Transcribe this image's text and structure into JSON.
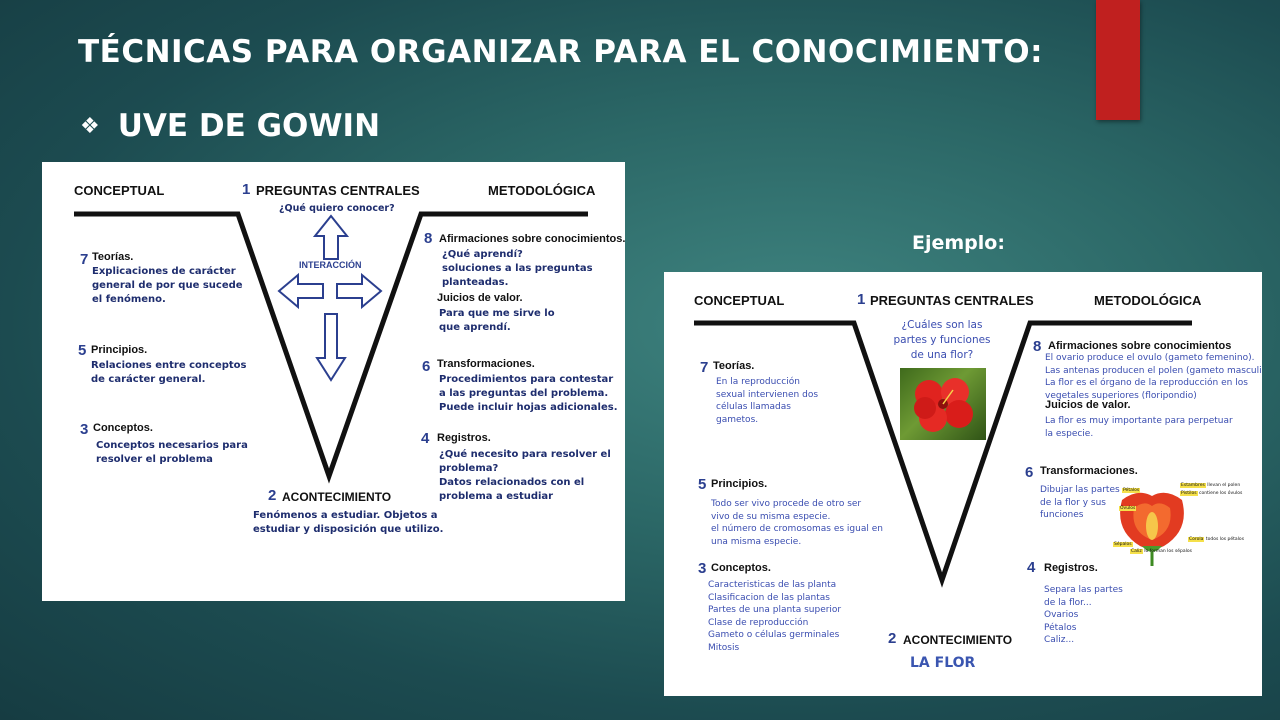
{
  "slide": {
    "title": "TÉCNICAS PARA ORGANIZAR PARA EL CONOCIMIENTO:",
    "subtitle": "UVE DE GOWIN",
    "example_label": "Ejemplo:",
    "accent_color": "#c0201f",
    "bullet_icon": "diamond-bullet-icon"
  },
  "left_diagram": {
    "conceptual": "CONCEPTUAL",
    "metodologica": "METODOLÓGICA",
    "preguntas": {
      "num": "1",
      "head": "PREGUNTAS CENTRALES",
      "body": "¿Qué quiero conocer?"
    },
    "interaccion": "INTERACCIÓN",
    "items_left": [
      {
        "num": "7",
        "head": "Teorías.",
        "body": "Explicaciones de carácter\ngeneral de por que sucede\nel fenómeno."
      },
      {
        "num": "5",
        "head": "Principios.",
        "body": "Relaciones entre conceptos\nde carácter general."
      },
      {
        "num": "3",
        "head": "Conceptos.",
        "body": "Conceptos necesarios para\nresolver el problema"
      }
    ],
    "items_right": [
      {
        "num": "8",
        "head": "Afirmaciones sobre conocimientos.",
        "body": "¿Qué aprendí?\nsoluciones a las preguntas\nplanteadas."
      },
      {
        "num": "",
        "head": "Juicios de valor.",
        "body": "Para que me sirve lo\nque aprendí."
      },
      {
        "num": "6",
        "head": "Transformaciones.",
        "body": "Procedimientos para contestar\na las preguntas del problema.\nPuede incluir hojas adicionales."
      },
      {
        "num": "4",
        "head": "Registros.",
        "body": "¿Qué necesito para resolver el\nproblema?\nDatos relacionados con el\nproblema a estudiar"
      }
    ],
    "acontecimiento": {
      "num": "2",
      "head": "ACONTECIMIENTO",
      "body": "Fenómenos a estudiar. Objetos a\nestudiar y disposición que utilizo."
    }
  },
  "right_diagram": {
    "conceptual": "CONCEPTUAL",
    "metodologica": "METODOLÓGICA",
    "preguntas": {
      "num": "1",
      "head": "PREGUNTAS CENTRALES",
      "body": "¿Cuáles son las\npartes y funciones\nde una flor?"
    },
    "items_left": [
      {
        "num": "7",
        "head": "Teorías.",
        "body": "En la reproducción\nsexual intervienen dos\ncélulas llamadas\ngametos."
      },
      {
        "num": "5",
        "head": "Principios.",
        "body": "Todo ser vivo procede de otro ser\nvivo de su misma especie.\nel número de cromosomas es igual en\nuna misma especie."
      },
      {
        "num": "3",
        "head": "Conceptos.",
        "body": "Caracteristicas de las planta\nClasificacion de las plantas\nPartes de una planta superior\nClase de reproducción\nGameto o células germinales\nMitosis"
      }
    ],
    "items_right": [
      {
        "num": "8",
        "head": "Afirmaciones sobre conocimientos",
        "body": "El ovario produce el ovulo (gameto femenino).\nLas antenas producen el polen (gameto masculino)\nLa flor es el órgano de la reproducción en los\nvegetales superiores (floripondio)"
      },
      {
        "num": "",
        "head": "Juicios de valor.",
        "body": "La flor es muy importante para perpetuar\nla especie."
      },
      {
        "num": "6",
        "head": "Transformaciones.",
        "body": "Dibujar las partes\nde la flor y sus\nfunciones"
      },
      {
        "num": "4",
        "head": "Registros.",
        "body": "Separa las partes\nde la flor...\nOvarios\nPétalos\nCaliz..."
      }
    ],
    "acontecimiento": {
      "num": "2",
      "head": "ACONTECIMIENTO",
      "body": "LA FLOR"
    },
    "flower_labels": {
      "petalos": "Pétalos",
      "estambres": "Estambres",
      "estambres_desc": "llevan el polen",
      "pistilos": "Pistilos",
      "pistilos_desc": "contiene los óvulos",
      "ovulos": "Ovulos",
      "corola": "Corola",
      "corola_desc": "todos los pétalos",
      "sepalos": "Sépalos",
      "caliz": "Caliz",
      "caliz_desc": "lo forman los sépalos"
    }
  }
}
